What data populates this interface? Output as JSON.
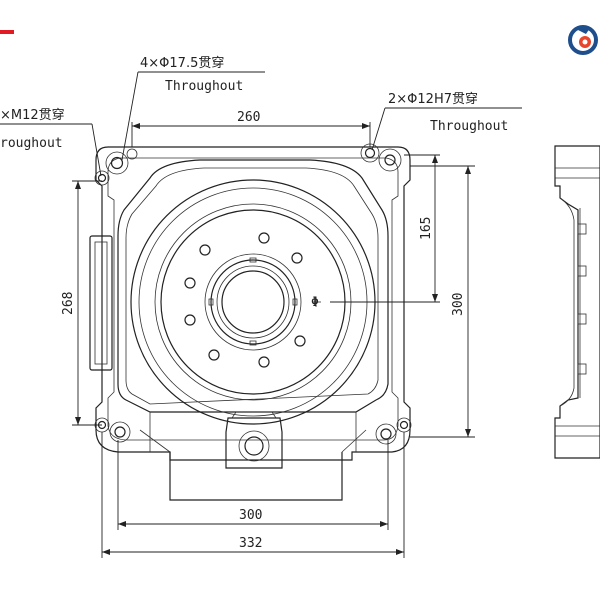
{
  "callouts": {
    "top_left_holes": {
      "spec": "4×Φ17.5贯穿",
      "note": "Throughout"
    },
    "left_threads": {
      "spec": "×M12贯穿",
      "note": "roughout"
    },
    "right_pins": {
      "spec": "2×Φ12H7贯穿",
      "note": "Throughout"
    }
  },
  "dimensions": {
    "top_width": "260",
    "right_partial": "165",
    "right_height": "300",
    "left_height": "268",
    "bottom_inner": "300",
    "bottom_outer": "332",
    "center_symbol": "Φ"
  },
  "logo": {
    "mark_color": "#1f4e8c",
    "gear_color": "#e8452c"
  },
  "accent_color": "#e21a22"
}
